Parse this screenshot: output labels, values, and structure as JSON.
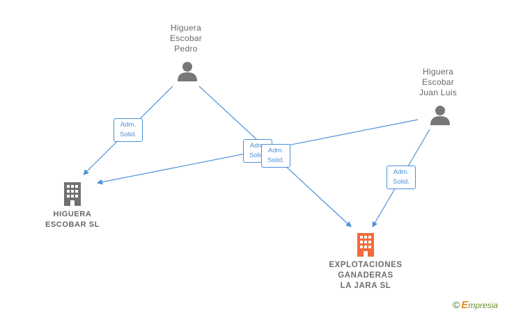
{
  "people": [
    {
      "id": "p1",
      "label": "Higuera\nEscobar\nPedro"
    },
    {
      "id": "p2",
      "label": "Higuera\nEscobar\nJuan Luis"
    }
  ],
  "companies": [
    {
      "id": "c1",
      "label": "HIGUERA\nESCOBAR  SL",
      "color": "#707070"
    },
    {
      "id": "c2",
      "label": "EXPLOTACIONES\nGANADERAS\nLA JARA  SL",
      "color": "#f26b3a"
    }
  ],
  "relations": [
    {
      "id": "r1",
      "from": "p1",
      "to": "c1",
      "label": "Adm.\nSolid."
    },
    {
      "id": "r2",
      "from": "p1",
      "to": "c2",
      "label": "Adm.\nSolid."
    },
    {
      "id": "r3",
      "from": "p2",
      "to": "c1",
      "label": "Adm.\nSolid."
    },
    {
      "id": "r4",
      "from": "p2",
      "to": "c2",
      "label": "Adm.\nSolid."
    }
  ],
  "colors": {
    "edge": "#4a90d9",
    "person_icon": "#777777"
  },
  "brand": {
    "copyright": "©",
    "name_initial": "E",
    "name_rest": "mpresia"
  }
}
